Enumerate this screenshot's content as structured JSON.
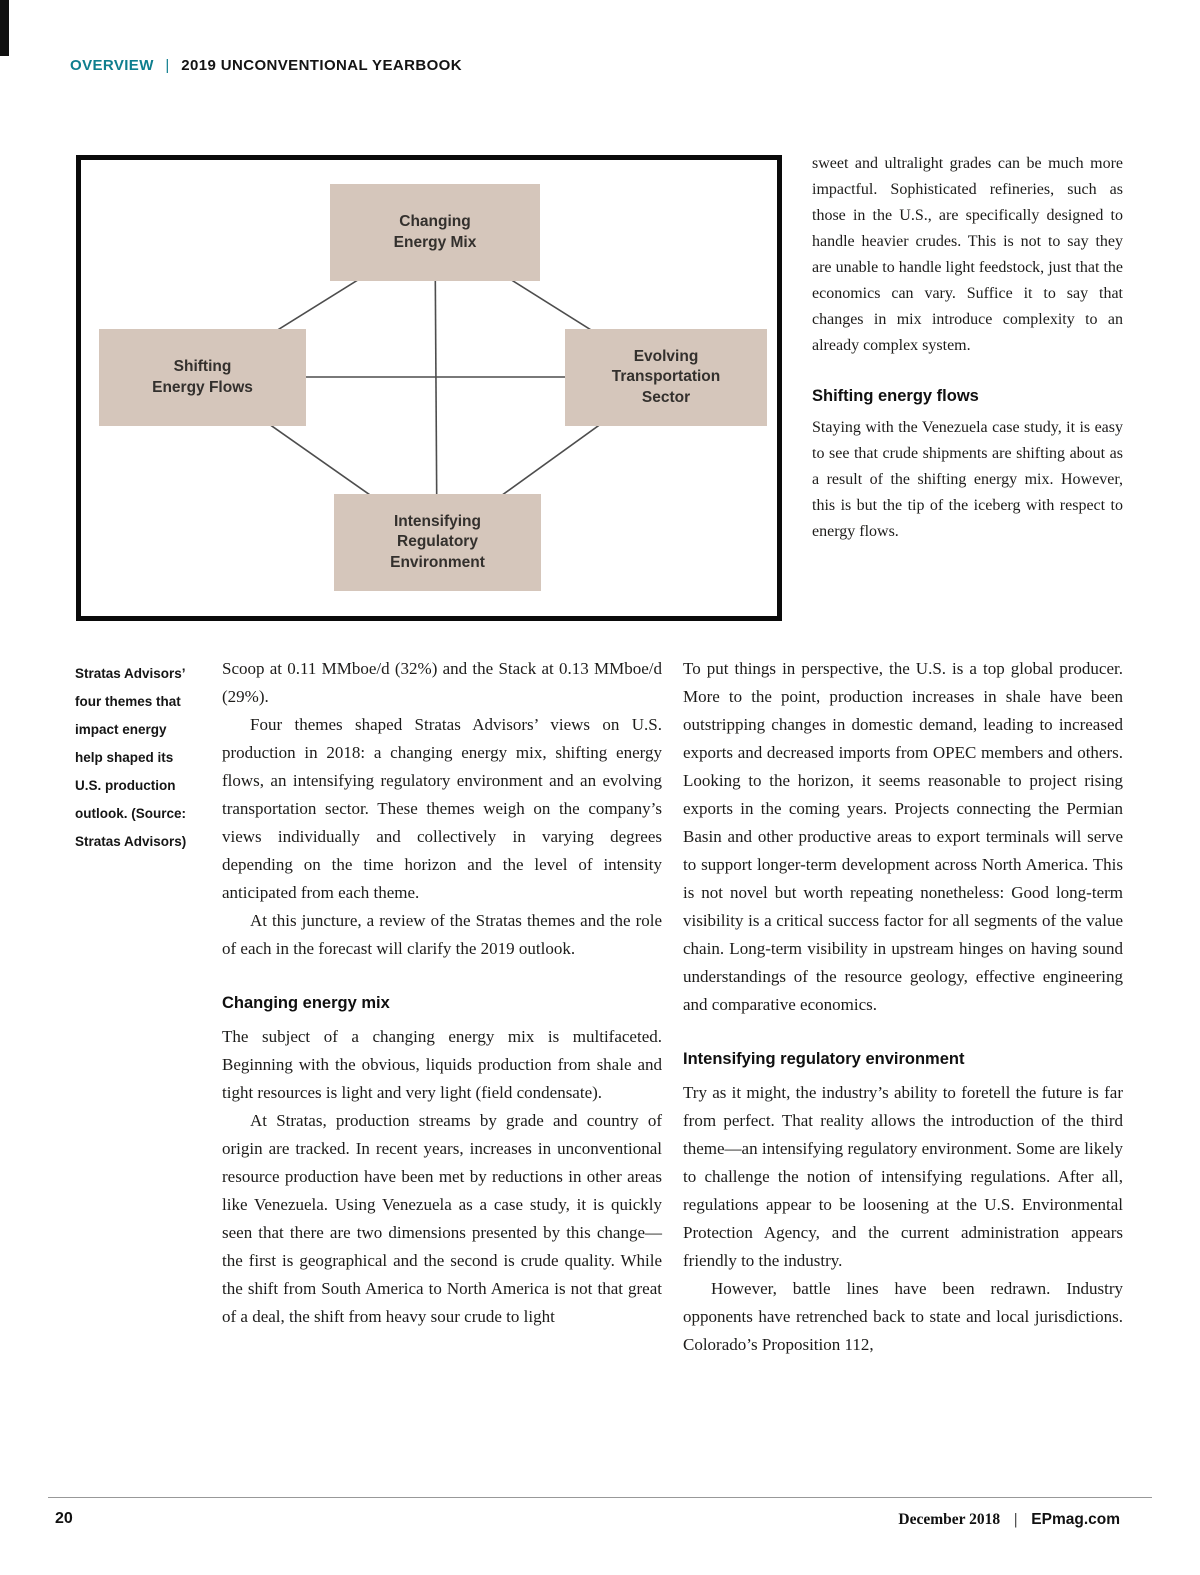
{
  "header": {
    "section": "OVERVIEW",
    "divider": "|",
    "title": "2019 UNCONVENTIONAL YEARBOOK"
  },
  "figure": {
    "boxes": {
      "top": "Changing\nEnergy Mix",
      "left": "Shifting\nEnergy Flows",
      "right": "Evolving\nTransportation\nSector",
      "bottom": "Intensifying\nRegulatory\nEnvironment"
    },
    "caption": "Stratas Advisors’\nfour themes that\nimpact energy\nhelp shaped its\nU.S. production\noutlook. (Source:\nStratas Advisors)"
  },
  "article": {
    "col_right_top": {
      "para_1": "sweet and ultralight grades can be much more impactful. Sophisticated refineries, such as those in the U.S., are specifically designed to handle heavier crudes. This is not to say they are unable to handle light feedstock, just that the economics can vary. Suffice it to say that changes in mix introduce complexity to an already complex system.",
      "heading_shifting": "Shifting energy flows",
      "para_2": "Staying with the Venezuela case study, it is easy to see that crude shipments are shifting about as a result of the shifting energy mix. However, this is but the tip of the iceberg with respect to energy flows."
    },
    "col_middle": {
      "para_1": "Scoop at 0.11 MMboe/d (32%) and the Stack at 0.13 MMboe/d (29%).",
      "para_2": "Four themes shaped Stratas Advisors’ views on U.S. production in 2018: a changing energy mix, shifting energy flows, an intensifying regulatory environment and an evolving transportation sector. These themes weigh on the company’s views individually and collectively in varying degrees depending on the time horizon and the level of intensity anticipated from each theme.",
      "para_3": "At this juncture, a review of the Stratas themes and the role of each in the forecast will clarify the 2019 outlook.",
      "heading_changing": "Changing energy mix",
      "para_4": "The subject of a changing energy mix is multifaceted. Beginning with the obvious, liquids production from shale and tight resources is light and very light (field condensate).",
      "para_5": "At Stratas, production streams by grade and country of origin are tracked. In recent years, increases in unconventional resource production have been met by reductions in other areas like Venezuela. Using Venezuela as a case study, it is quickly seen that there are two dimensions presented by this change—the first is geographical and the second is crude quality. While the shift from South America to North America is not that great of a deal, the shift from heavy sour crude to light"
    },
    "col_right_bottom": {
      "para_1": "To put things in perspective, the U.S. is a top global producer. More to the point, production increases in shale have been outstripping changes in domestic demand, leading to increased exports and decreased imports from OPEC members and others. Looking to the horizon, it seems reasonable to project rising exports in the coming years. Projects connecting the Permian Basin and other productive areas to export terminals will serve to support longer-term development across North America. This is not novel but worth repeating nonetheless: Good long-term visibility is a critical success factor for all segments of the value chain. Long-term visibility in upstream hinges on having sound understandings of the resource geology, effective engineering and comparative economics.",
      "heading_regulatory": "Intensifying regulatory environment",
      "para_2": "Try as it might, the industry’s ability to foretell the future is far from perfect. That reality allows the introduction of the third theme—an intensifying regulatory environment. Some are likely to challenge the notion of intensifying regulations. After all, regulations appear to be loosening at the U.S. Environmental Protection Agency, and the current administration appears friendly to the industry.",
      "para_3": "However, battle lines have been redrawn. Industry opponents have retrenched back to state and local jurisdictions. Colorado’s Proposition 112,"
    }
  },
  "footer": {
    "page_number": "20",
    "date": "December 2018",
    "divider": "|",
    "site": "EPmag.com"
  }
}
